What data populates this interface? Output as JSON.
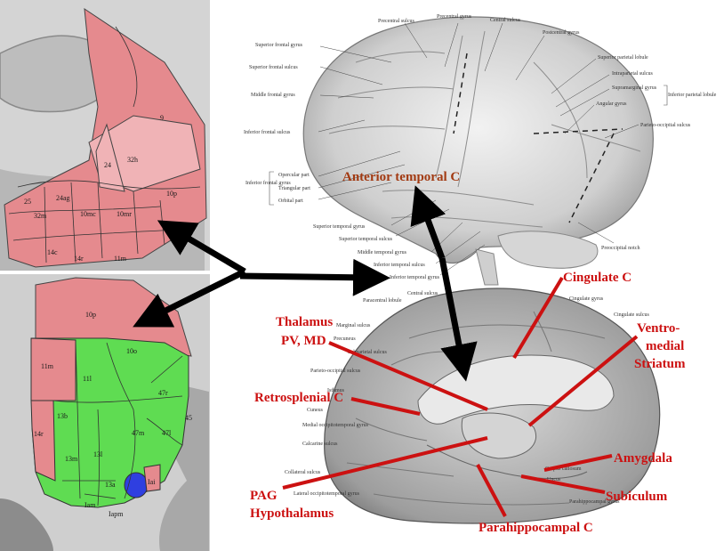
{
  "colors": {
    "pink_region": "#e58a8e",
    "light_pink_region": "#f0b3b6",
    "green_region": "#5fdc52",
    "blue_region": "#2f3fe0",
    "red_label": "#cc1111",
    "brown_label": "#a23a12",
    "cortex_gray": "#c9c9c9"
  },
  "medial_pfc_panel": {
    "areas": [
      "9",
      "32h",
      "24",
      "24ag",
      "10p",
      "25",
      "32m",
      "10mc",
      "10mr",
      "14c",
      "14r",
      "11m"
    ]
  },
  "orbital_pfc_panel": {
    "areas": [
      "10p",
      "10o",
      "11m",
      "11l",
      "47r",
      "14r",
      "13b",
      "47m",
      "47l",
      "45",
      "13m",
      "13l",
      "13a",
      "Iai",
      "Iam",
      "Iapm"
    ]
  },
  "lateral_brain_labels": {
    "precentral_sulcus": "Precentral sulcus",
    "precentral_gyrus": "Precentral gyrus",
    "central_sulcus": "Central sulcus",
    "postcentral_gyrus": "Postcentral gyrus",
    "superior_frontal_gyrus": "Superior frontal gyrus",
    "superior_frontal_sulcus": "Superior frontal sulcus",
    "middle_frontal_gyrus": "Middle frontal gyrus",
    "inferior_frontal_sulcus": "Inferior frontal sulcus",
    "superior_parietal_lobule": "Superior parietal lobule",
    "intraparietal_sulcus": "Intraparietal sulcus",
    "supramarginal_gyrus": "Supramarginal gyrus",
    "angular_gyrus": "Angular gyrus",
    "inferior_parietal_lobule": "Inferior parietal lobule",
    "parieto_occipital_sulcus": "Parieto-occipital sulcus",
    "opercular_part": "Opercular part",
    "triangular_part": "Triangular part",
    "orbital_part": "Orbital part",
    "inferior_frontal_gyrus": "Inferior frontal gyrus",
    "superior_temporal_gyrus": "Superior temporal gyrus",
    "superior_temporal_sulcus": "Superior temporal sulcus",
    "middle_temporal_gyrus": "Middle temporal gyrus",
    "inferior_temporal_sulcus": "Inferior temporal sulcus",
    "inferior_temporal_gyrus": "Inferior temporal gyrus",
    "preoccipital_notch": "Preoccipital notch"
  },
  "medial_brain_labels": {
    "cingulate_gyrus": "Cingulate gyrus",
    "central_sulcus": "Central sulcus",
    "paracentral_lobule": "Paracentral lobule",
    "cingulate_sulcus": "Cingulate sulcus",
    "marginal_sulcus": "Marginal sulcus",
    "precuneus": "Precuneus",
    "subparietal_sulcus": "Subparietal sulcus",
    "parieto_occipital_sulcus": "Parieto-occipital sulcus",
    "isthmus": "Isthmus",
    "cuneus": "Cuneus",
    "medial_occipitotemporal_gyrus": "Medial occipitotemporal gyrus",
    "calcarine_sulcus": "Calcarine sulcus",
    "collateral_sulcus": "Collateral sulcus",
    "lateral_occipitotemporal_gyrus": "Lateral occipitotemporal gyrus",
    "uncus": "Uncus",
    "corpus_callosum": "Corpus callosum",
    "parahippocampal_gyrus": "Parahippocampal gyrus"
  },
  "connection_labels": {
    "anterior_temporal": "Anterior temporal C",
    "cingulate": "Cingulate C",
    "thalamus_line1": "Thalamus",
    "thalamus_line2": "PV, MD",
    "ventromedial_line1": "Ventro-",
    "ventromedial_line2": "medial",
    "ventromedial_line3": "Striatum",
    "retrosplenial": "Retrosplenial C",
    "amygdala": "Amygdala",
    "pag_line1": "PAG",
    "pag_line2": "Hypothalamus",
    "subiculum": "Subiculum",
    "parahippocampal": "Parahippocampal C"
  }
}
